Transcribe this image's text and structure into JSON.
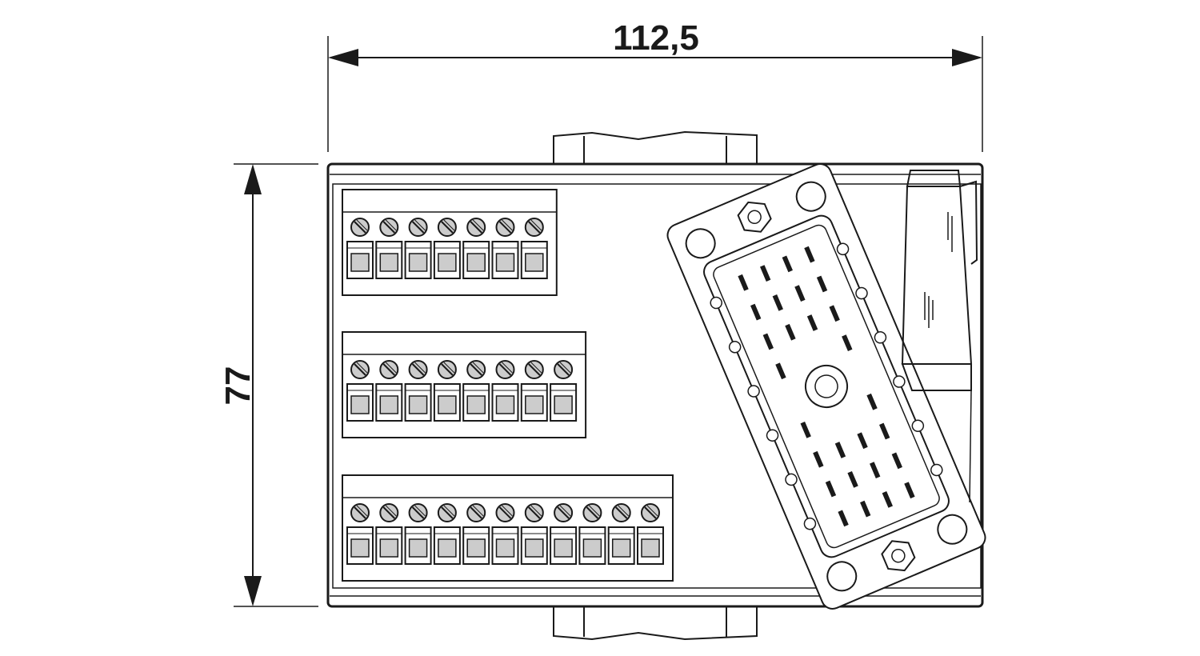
{
  "dimensions": {
    "width_label": "112,5",
    "height_label": "77"
  },
  "terminal_blocks": [
    {
      "name": "terminal-block-top",
      "count": 7
    },
    {
      "name": "terminal-block-middle",
      "count": 8
    },
    {
      "name": "terminal-block-bottom",
      "count": 11
    }
  ],
  "colors": {
    "stroke": "#1a1a1a",
    "terminal_fill": "#cccccc",
    "background": "#ffffff"
  }
}
